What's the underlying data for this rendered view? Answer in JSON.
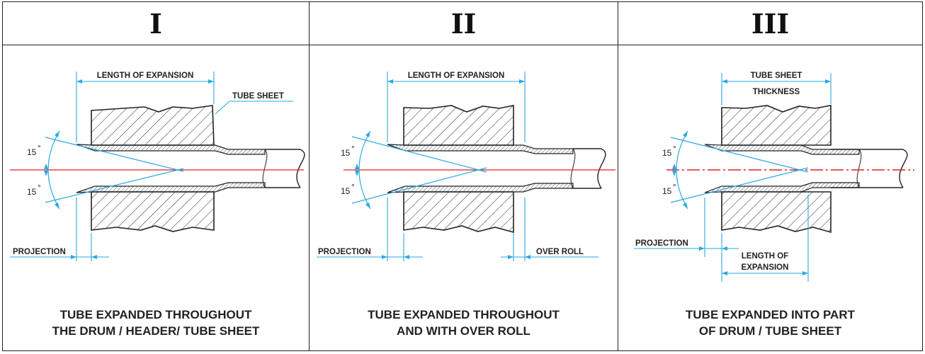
{
  "columns": [
    {
      "numeral": "I",
      "labels": {
        "length_of_expansion": "LENGTH OF EXPANSION",
        "tube_sheet": "TUBE SHEET",
        "angle_top": "15",
        "angle_bottom": "15",
        "projection": "PROJECTION"
      },
      "caption": [
        "TUBE EXPANDED THROUGHOUT",
        "THE DRUM / HEADER/ TUBE SHEET"
      ]
    },
    {
      "numeral": "II",
      "labels": {
        "length_of_expansion": "LENGTH OF EXPANSION",
        "angle_top": "15",
        "angle_bottom": "15",
        "projection": "PROJECTION",
        "over_roll": "OVER ROLL"
      },
      "caption": [
        "TUBE EXPANDED THROUGHOUT",
        "AND WITH OVER ROLL"
      ]
    },
    {
      "numeral": "III",
      "labels": {
        "tube_sheet_line1": "TUBE SHEET",
        "tube_sheet_line2": "THICKNESS",
        "angle_top": "15",
        "angle_bottom": "15",
        "projection": "PROJECTION",
        "length_of_expansion_line1": "LENGTH OF",
        "length_of_expansion_line2": "EXPANSION"
      },
      "caption": [
        "TUBE EXPANDED INTO PART",
        "OF DRUM / TUBE SHEET"
      ]
    }
  ],
  "colors": {
    "dimension": "#29a9e0",
    "centerline": "#e4202a",
    "outline": "#222222"
  }
}
